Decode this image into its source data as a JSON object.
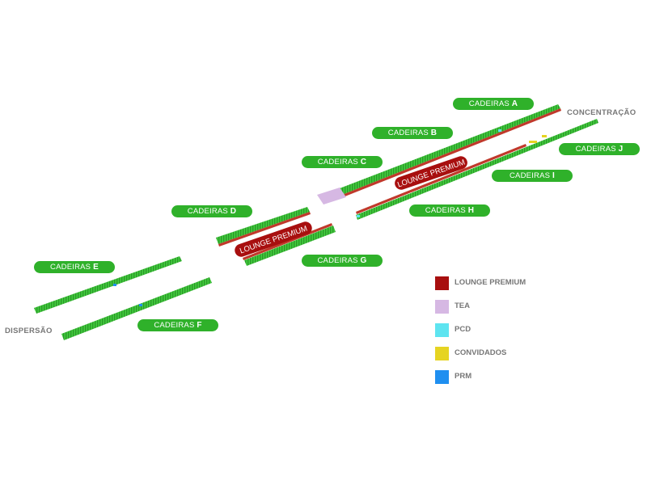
{
  "sections": [
    {
      "prefix": "CADEIRAS",
      "letter": "A"
    },
    {
      "prefix": "CADEIRAS",
      "letter": "B"
    },
    {
      "prefix": "CADEIRAS",
      "letter": "C"
    },
    {
      "prefix": "CADEIRAS",
      "letter": "D"
    },
    {
      "prefix": "CADEIRAS",
      "letter": "E"
    },
    {
      "prefix": "CADEIRAS",
      "letter": "F"
    },
    {
      "prefix": "CADEIRAS",
      "letter": "G"
    },
    {
      "prefix": "CADEIRAS",
      "letter": "H"
    },
    {
      "prefix": "CADEIRAS",
      "letter": "I"
    },
    {
      "prefix": "CADEIRAS",
      "letter": "J"
    }
  ],
  "ends": {
    "start": "CONCENTRAÇÃO",
    "finish": "DISPERSÃO"
  },
  "lounges": [
    "LOUNGE PREMIUM",
    "LOUNGE PREMIUM"
  ],
  "legend": [
    {
      "label": "LOUNGE PREMIUM",
      "color": "#a80f0f"
    },
    {
      "label": "TEA",
      "color": "#d6b8e3"
    },
    {
      "label": "PCD",
      "color": "#5ee4f0"
    },
    {
      "label": "CONVIDADOS",
      "color": "#e6d422"
    },
    {
      "label": "PRM",
      "color": "#1f8ff0"
    }
  ],
  "colors": {
    "seats": "#3cc83a",
    "label_bg": "#2fb12a",
    "lounge": "#a80f0f"
  }
}
